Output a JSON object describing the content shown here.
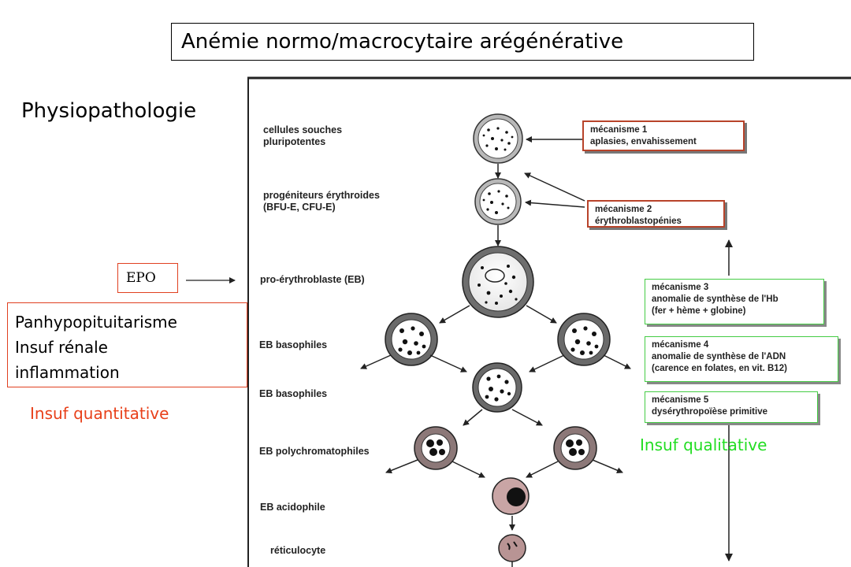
{
  "title": "Anémie normo/macrocytaire arégénérative",
  "subtitle": "Physiopathologie",
  "epo": "EPO",
  "causes": [
    "Panhypopituitarisme",
    "Insuf rénale",
    "inflammation"
  ],
  "insuf_quantitative": "Insuf quantitative",
  "insuf_qualitative": "Insuf qualitative",
  "stages": [
    [
      "cellules souches",
      "pluripotentes"
    ],
    [
      "progéniteurs érythroides",
      "(BFU-E, CFU-E)"
    ],
    [
      "pro-érythroblaste (EB)"
    ],
    [
      "EB basophiles"
    ],
    [
      "EB basophiles"
    ],
    [
      "EB polychromatophiles"
    ],
    [
      "EB acidophile"
    ],
    [
      "réticulocyte"
    ]
  ],
  "mechanisms": [
    {
      "title": "mécanisme 1",
      "lines": [
        "aplasies, envahissement"
      ]
    },
    {
      "title": "mécanisme 2",
      "lines": [
        "érythroblastopénies"
      ]
    },
    {
      "title": "mécanisme 3",
      "lines": [
        "anomalie de synthèse de l'Hb",
        "(fer + hème + globine)"
      ]
    },
    {
      "title": "mécanisme 4",
      "lines": [
        "anomalie de synthèse de l'ADN",
        "(carence en folates, en vit. B12)"
      ]
    },
    {
      "title": "mécanisme 5",
      "lines": [
        "dysérythropoïèse primitive"
      ]
    }
  ],
  "colors": {
    "accent_red": "#e8401a",
    "accent_green": "#22dd22"
  }
}
